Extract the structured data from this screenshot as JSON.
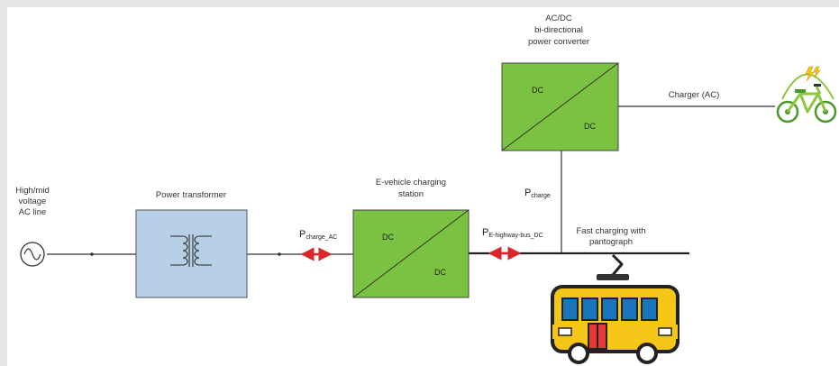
{
  "labels": {
    "ac_line": [
      "High/mid",
      "voltage",
      "AC line"
    ],
    "power_transformer": "Power transformer",
    "charging_station": [
      "E-vehicle charging",
      "station"
    ],
    "converter_title": [
      "AC/DC",
      "bi-directional",
      "power converter"
    ],
    "charger_ac": "Charger (AC)",
    "p_charge_main": "P",
    "p_charge_sub": "charge",
    "p_charge_ac_main": "P",
    "p_charge_ac_sub": "charge_AC",
    "p_ebus_main": "P",
    "p_ebus_sub": "E-highway-bus_DC",
    "fast_charging": [
      "Fast charging with",
      "pantograph"
    ]
  },
  "station_box": {
    "top": "DC",
    "bottom": "DC"
  },
  "converter_box": {
    "top": "DC",
    "bottom": "DC"
  },
  "colors": {
    "transformer_fill": "#b8cfe8",
    "converter_fill": "#7cc242",
    "arrow": "#d9262b",
    "line": "#333333",
    "bus_yellow": "#f5c518",
    "bus_window": "#1b75bc",
    "bike_green": "#8dc63f"
  }
}
